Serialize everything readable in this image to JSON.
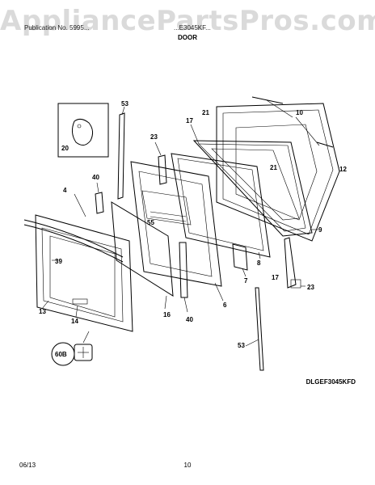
{
  "watermark": "AppliancePartsPros.com",
  "header": {
    "line_left": "Publication No. 5995...",
    "model": "...E3045KF...",
    "title": "DOOR"
  },
  "model_code": "DLGEF3045KFD",
  "footer": {
    "date": "06/13",
    "page": "10"
  },
  "callouts": {
    "c53a": "53",
    "c20": "20",
    "c21a": "21",
    "c10": "10",
    "c17a": "17",
    "c23a": "23",
    "c21b": "21",
    "c12": "12",
    "c40a": "40",
    "c4": "4",
    "c55": "55",
    "c9": "9",
    "c39": "39",
    "c8": "8",
    "c7": "7",
    "c17b": "17",
    "c23b": "23",
    "c6": "6",
    "c13": "13",
    "c16": "16",
    "c40b": "40",
    "c14": "14",
    "c60b": "60B",
    "c53b": "53"
  }
}
